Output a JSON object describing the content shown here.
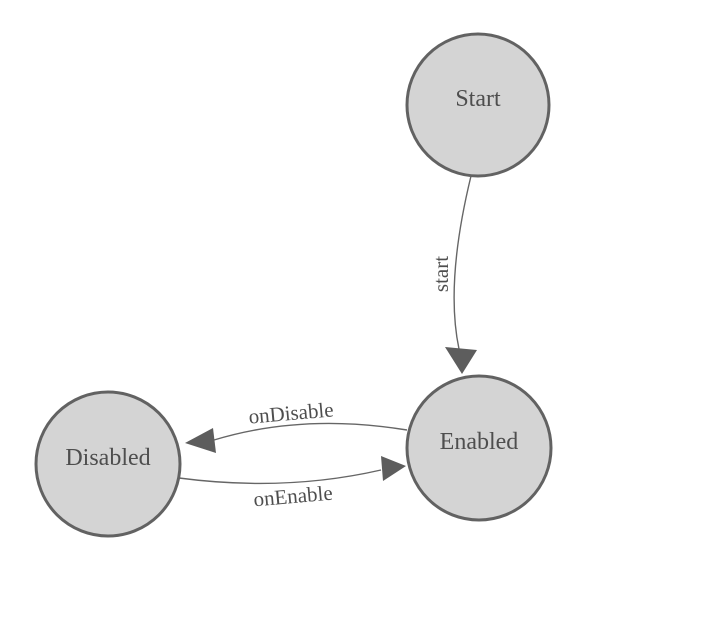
{
  "diagram": {
    "type": "state-machine",
    "colors": {
      "background": "#ffffff",
      "node_fill": "#d4d4d4",
      "node_stroke": "#626262",
      "edge_stroke": "#666666",
      "arrow_fill": "#5d5d5d",
      "label_color": "#4e4e4e"
    },
    "nodes": [
      {
        "id": "start",
        "label": "Start"
      },
      {
        "id": "enabled",
        "label": "Enabled"
      },
      {
        "id": "disabled",
        "label": "Disabled"
      }
    ],
    "edges": [
      {
        "from": "Start",
        "to": "Enabled",
        "label": "start"
      },
      {
        "from": "Enabled",
        "to": "Disabled",
        "label": "onDisable"
      },
      {
        "from": "Disabled",
        "to": "Enabled",
        "label": "onEnable"
      }
    ]
  }
}
